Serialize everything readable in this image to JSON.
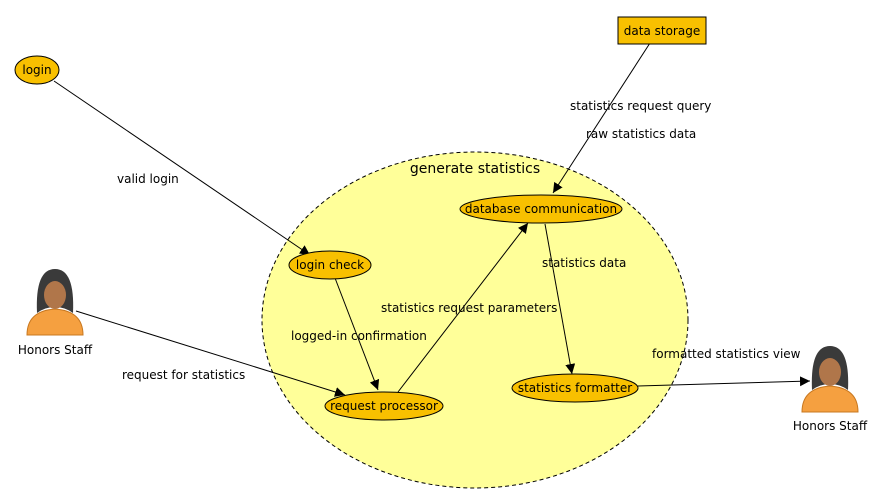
{
  "colors": {
    "node_fill": "#f8c000",
    "process_fill": "#ffff99",
    "actor_body": "#f5a040",
    "actor_hair": "#3a3a3a",
    "actor_skin": "#b0764a"
  },
  "process": {
    "title": "generate statistics"
  },
  "nodes": {
    "login": "login",
    "data_storage": "data storage",
    "login_check": "login check",
    "database_communication": "database communication",
    "request_processor": "request processor",
    "statistics_formatter": "statistics formatter"
  },
  "actors": {
    "left": {
      "label": "Honors Staff",
      "icon": "person-icon"
    },
    "right": {
      "label": "Honors Staff",
      "icon": "person-icon"
    }
  },
  "edges": {
    "valid_login": "valid login",
    "request_for_statistics": "request for statistics",
    "logged_in_confirmation": "logged-in confirmation",
    "statistics_request_parameters": "statistics request parameters",
    "statistics_request_query": "statistics request query",
    "raw_statistics_data": "raw statistics data",
    "statistics_data": "statistics data",
    "formatted_statistics_view": "formatted statistics view"
  }
}
